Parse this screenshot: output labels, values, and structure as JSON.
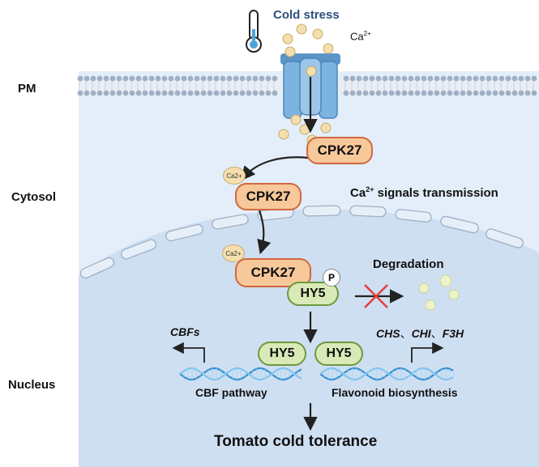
{
  "stimulus": {
    "title": "Cold stress",
    "ion": "Ca",
    "ion_charge": "2+"
  },
  "compartments": {
    "pm": "PM",
    "cytosol": "Cytosol",
    "nucleus": "Nucleus"
  },
  "proteins": {
    "cpk27": "CPK27",
    "hy5": "HY5",
    "phospho": "P",
    "ca_badge": "Ca2+"
  },
  "signals": {
    "ca_prefix": "Ca",
    "ca_charge": "2+",
    "ca_suffix": " signals transmission"
  },
  "degradation": "Degradation",
  "genes": {
    "cbfs": "CBFs",
    "chs": "CHS",
    "chi": "CHI",
    "f3h": "F3H",
    "sep": "、"
  },
  "pathways": {
    "cbf": "CBF pathway",
    "flavonoid": "Flavonoid biosynthesis"
  },
  "outcome": "Tomato cold tolerance",
  "icons": [
    "thermometer-icon",
    "calcium-channel-icon",
    "dna-helix-icon",
    "blocked-arrow-icon"
  ],
  "colors": {
    "cytosol": "#e3eefa",
    "nucleus": "#cfdff2",
    "membrane_head": "#9fb0c4",
    "channel": "#6fa8d6",
    "cpk_fill": "#f7c89a",
    "cpk_border": "#d2683f",
    "hy5_fill": "#d9eab8",
    "hy5_border": "#6a9a3c",
    "calcium": "#f3dfae",
    "dna": "#4aa3d8",
    "block_cross": "#e0403a",
    "title_blue": "#2d4f7c"
  }
}
